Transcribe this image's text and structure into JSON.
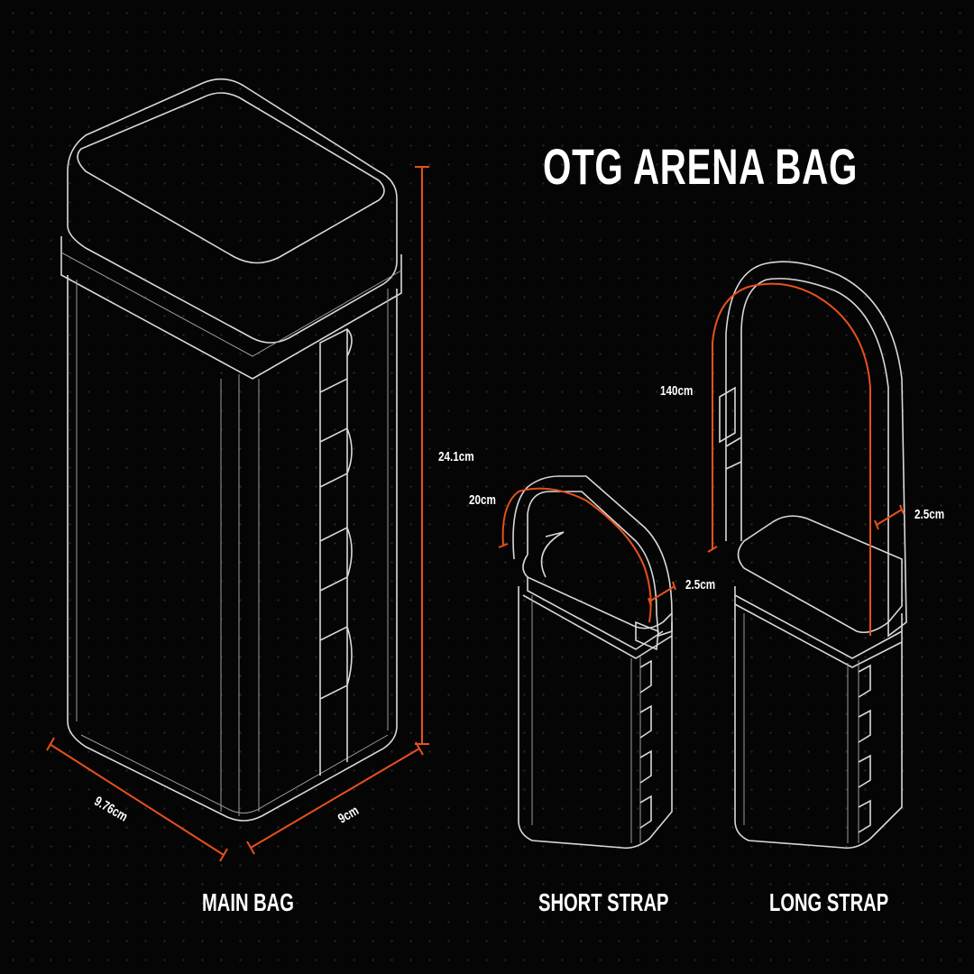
{
  "title": "OTG ARENA BAG",
  "views": {
    "main_bag": {
      "caption": "MAIN BAG",
      "height": "24.1cm",
      "width_left": "9.76cm",
      "width_right": "9cm"
    },
    "short_strap": {
      "caption": "SHORT STRAP",
      "strap_length": "20cm",
      "strap_width": "2.5cm"
    },
    "long_strap": {
      "caption": "LONG STRAP",
      "strap_length": "140cm",
      "strap_width": "2.5cm"
    }
  },
  "colors": {
    "background": "#050505",
    "line": "#d8d8d8",
    "dimension": "#e8501e",
    "text": "#ffffff"
  }
}
